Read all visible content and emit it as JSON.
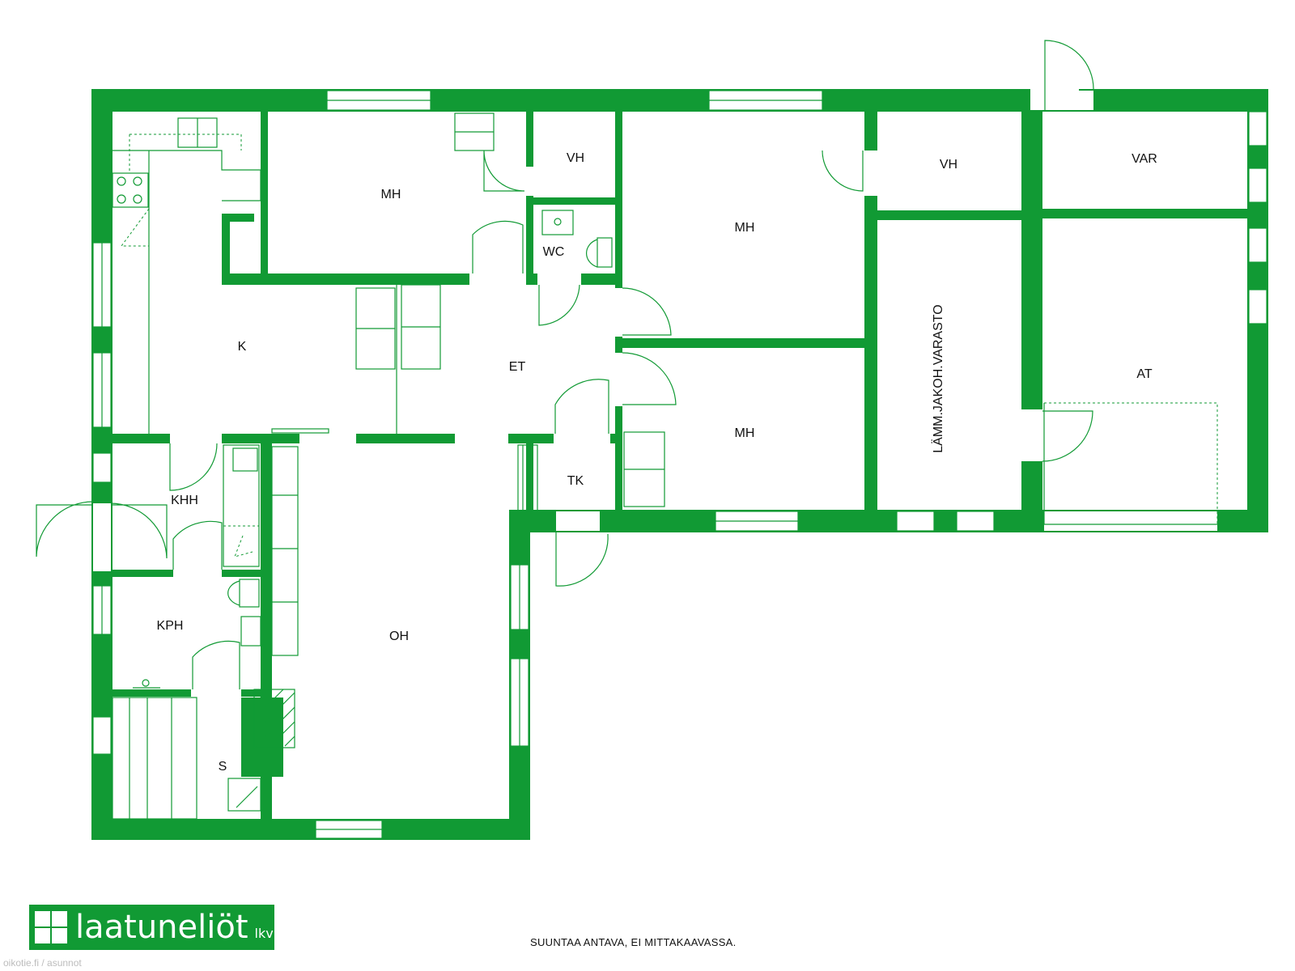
{
  "rooms": {
    "mh_top": "MH",
    "vh_1": "VH",
    "wc": "WC",
    "mh_big": "MH",
    "vh_2": "VH",
    "var": "VAR",
    "k": "K",
    "et": "ET",
    "storage": "LÄMM.JAKOH.VARASTO",
    "at": "AT",
    "mh_mid": "MH",
    "khh": "KHH",
    "tk": "TK",
    "kph": "KPH",
    "oh": "OH",
    "s": "S"
  },
  "logo": {
    "name": "laatuneliöt",
    "suffix": "lkv"
  },
  "note": "SUUNTAA ANTAVA, EI MITTAKAAVASSA.",
  "source": "oikotie.fi / asunnot",
  "colors": {
    "wall": "#119a34",
    "text": "#111111"
  }
}
